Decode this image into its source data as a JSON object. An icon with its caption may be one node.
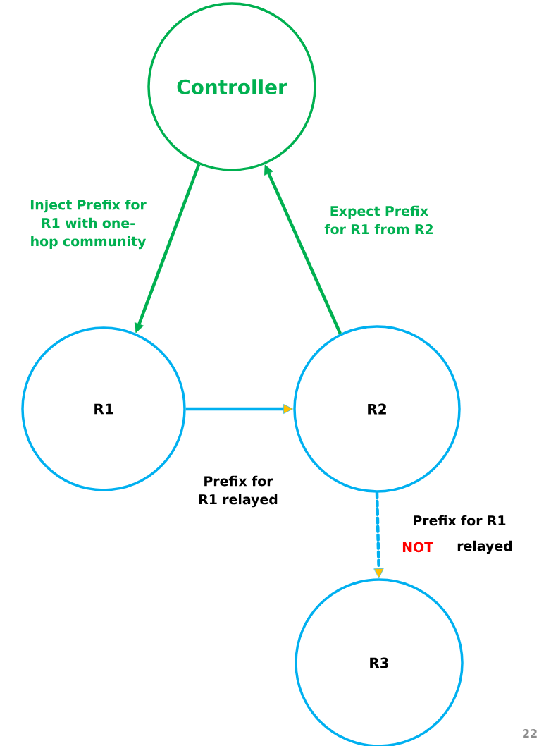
{
  "diagram": {
    "nodes": [
      {
        "text": [
          "Controller"
        ]
      },
      {
        "text": [
          "R1"
        ]
      },
      {
        "text": [
          "R2"
        ]
      },
      {
        "text": [
          "R3"
        ]
      }
    ],
    "edges": [
      {
        "from": 0,
        "to": 1,
        "arrow": "to",
        "label": "Inject Prefix for R1 with one-hop community",
        "color": "#00b050"
      },
      {
        "from": 1,
        "to": 2,
        "arrow": "to",
        "label": "Prefix for R1 relayed",
        "color": "#00b0f0"
      },
      {
        "from": 2,
        "to": 0,
        "arrow": "to",
        "label": "Expect Prefix for R1 from R2",
        "color": "#00b050"
      },
      {
        "from": 2,
        "to": 3,
        "arrow": "to",
        "label": "Prefix for R1",
        "style": "dashed",
        "color": "#00b0f0"
      }
    ],
    "labels": [
      "NOT",
      "relayed",
      "22"
    ]
  }
}
